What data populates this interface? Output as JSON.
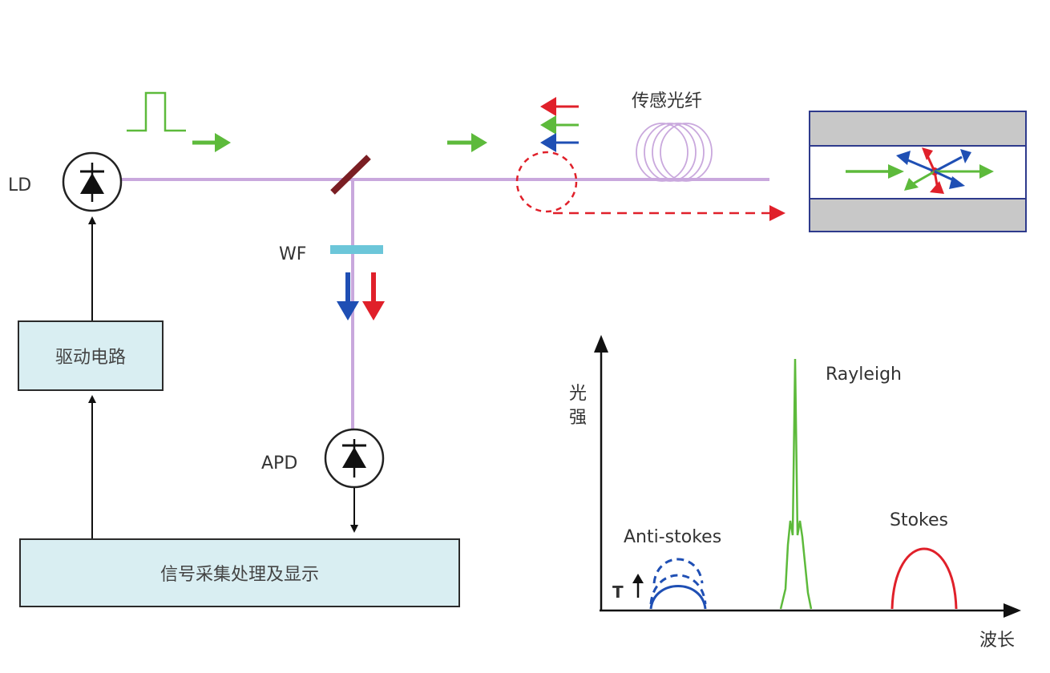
{
  "labels": {
    "ld": "LD",
    "wf": "WF",
    "apd": "APD",
    "sensing_fiber": "传感光纤",
    "drive_circuit": "驱动电路",
    "signal_processing": "信号采集处理及显示",
    "intensity_axis": "光强",
    "wavelength_axis": "波长",
    "rayleigh": "Rayleigh",
    "anti_stokes": "Anti-stokes",
    "stokes": "Stokes",
    "temperature_symbol": "T"
  },
  "colors": {
    "fiber": "#c9a8dd",
    "incident_light": "#5dba3b",
    "rayleigh_scatter": "#5dba3b",
    "anti_stokes": "#1f4fb4",
    "stokes": "#e0202a",
    "filter": "#6cc6d9",
    "splitter": "#7a1e23",
    "box_fill": "#d9eef2",
    "fiber_cladding": "#c8c8c8",
    "fiber_frame": "#2e3a8c"
  },
  "icons": [
    "photodiode-icon",
    "pulse-icon",
    "fiber-coil-icon",
    "temperature-up-icon"
  ]
}
